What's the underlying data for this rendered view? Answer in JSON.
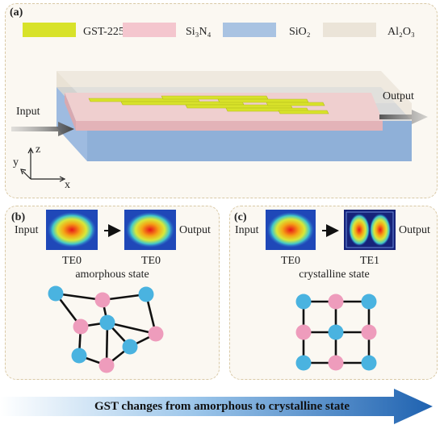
{
  "panel_a": {
    "label": "(a)",
    "legend": [
      {
        "name": "GST-225",
        "color": "#d8e22a"
      },
      {
        "name": "Si₃N₄",
        "color": "#f4c6ce"
      },
      {
        "name": "SiO₂",
        "color": "#a9c3e2"
      },
      {
        "name": "Al₂O₃",
        "color": "#ebe4d8"
      }
    ],
    "input_label": "Input",
    "output_label": "Output",
    "axis_z": "z",
    "axis_y": "y",
    "axis_x": "x"
  },
  "panel_b": {
    "label": "(b)",
    "input_label": "Input",
    "output_label": "Output",
    "mode_in": "TE0",
    "mode_out": "TE0",
    "state": "amorphous state"
  },
  "panel_c": {
    "label": "(c)",
    "input_label": "Input",
    "output_label": "Output",
    "mode_in": "TE0",
    "mode_out": "TE1",
    "state": "crystalline state"
  },
  "bottom_caption": "GST changes from amorphous to crystalline state",
  "colors": {
    "node_blue": "#4ab3e0",
    "node_pink": "#ee9cbc",
    "arrow_blue": "#1f62b0"
  }
}
